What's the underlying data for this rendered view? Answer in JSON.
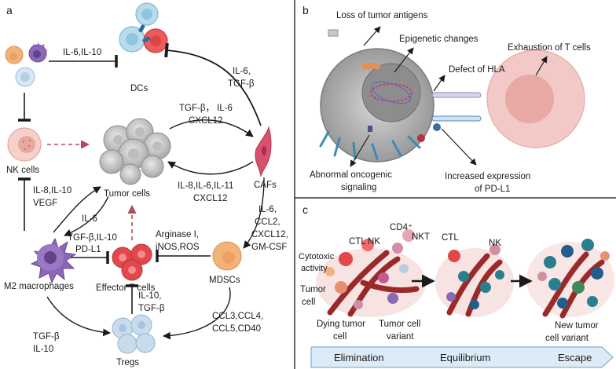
{
  "panels": {
    "a": "a",
    "b": "b",
    "c": "c"
  },
  "panel_a": {
    "dcs": "DCs",
    "nk_cells": "NK cells",
    "tumor_cells": "Tumor cells",
    "cafs": "CAFs",
    "m2_macrophages": "M2 macrophages",
    "effector_t_cells": "Effector T cells",
    "mdscs": "MDSCs",
    "tregs": "Tregs",
    "il6_il10": "IL-6,IL-10",
    "il6_tgfb_l1": "IL-6,",
    "il6_tgfb_l2": "TGF-β",
    "tgfb_il6_l1": "TGF-β， IL-6",
    "tgfb_il6_l2": "CXCL12",
    "il8_il6_il11_l1": "IL-8,IL-6,IL-11",
    "il8_il6_il11_l2": "CXCL12",
    "il8_il10_vegf_l1": "IL-8,IL-10",
    "il8_il10_vegf_l2": "VEGF",
    "il6_m2": "IL-6",
    "tgfb_il10_pdl1_l1": "TGF-β,IL-10",
    "tgfb_il10_pdl1_l2": "PD-L1",
    "arginase_l1": "Arginase I,",
    "arginase_l2": "iNOS,ROS",
    "caf_mdsc_l1": "IL-6,",
    "caf_mdsc_l2": "CCL2,",
    "caf_mdsc_l3": "CXCL12,",
    "caf_mdsc_l4": "GM-CSF",
    "il10_tgfb_l1": "IL-10,",
    "il10_tgfb_l2": "TGF-β",
    "ccl_l1": "CCL3,CCL4,",
    "ccl_l2": "CCL5,CD40",
    "tgfb_il10_tregs_l1": "TGF-β",
    "tgfb_il10_tregs_l2": "IL-10"
  },
  "panel_b": {
    "loss_antigens": "Loss of tumor antigens",
    "epigenetic": "Epigenetic changes",
    "defect_hla": "Defect of HLA",
    "exhaustion": "Exhaustion of T cells",
    "oncogenic_l1": "Abnormal oncogenic",
    "oncogenic_l2": "signaling",
    "pdl1_l1": "Increased expression",
    "pdl1_l2": "of PD-L1"
  },
  "panel_c": {
    "ctl_1": "CTL",
    "nk_1": "NK",
    "cd4": "CD4⁺",
    "nkt": "NKT",
    "ctl_2": "CTL",
    "nk_2": "NK",
    "cytotoxic_l1": "Cytotoxic",
    "cytotoxic_l2": "activity",
    "tumor_cell_l1": "Tumor",
    "tumor_cell_l2": "cell",
    "dying_l1": "Dying tumor",
    "dying_l2": "cell",
    "variant_l1": "Tumor cell",
    "variant_l2": "variant",
    "new_variant_l1": "New tumor",
    "new_variant_l2": "cell variant",
    "stages": [
      "Elimination",
      "Equilibrium",
      "Escape"
    ]
  },
  "colors": {
    "divider": "#333333",
    "arrow": "#1a1a1a",
    "dashed_arrow": "#b5485a",
    "stage_bar": "#dcebf6",
    "stage_bar_border": "#6fa3cc",
    "tumor_gray": "#9a9a9a",
    "t_cell_pink": "#f2c9c6",
    "effector_red": "#e2474c",
    "mdsc_orange": "#f3b27a",
    "treg_blue": "#c9dcec",
    "m2_purple": "#8b67b8",
    "caf_pink": "#d9506e",
    "vessel_red": "#9a2a2a",
    "tumor_teal": "#2a7f8f"
  }
}
